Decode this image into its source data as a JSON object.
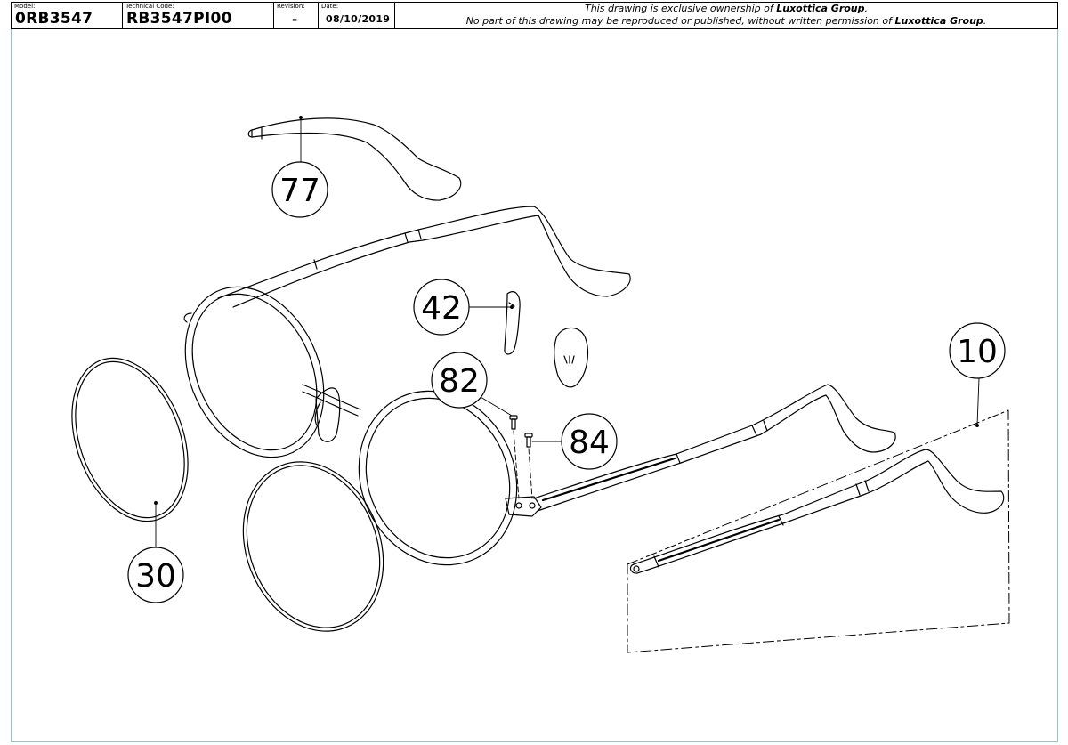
{
  "title_block": {
    "model_label": "Model:",
    "model_value": "0RB3547",
    "technical_code_label": "Technical Code:",
    "technical_code_value": "RB3547PI00",
    "revision_label": "Revision:",
    "revision_value": "-",
    "date_label": "Date:",
    "date_value": "08/10/2019",
    "notice_line1_pre": "This drawing is exclusive ownership of ",
    "notice_line1_company": "Luxottica Group",
    "notice_line1_post": ".",
    "notice_line2_pre": "No part of this drawing may be reproduced or published, without written permission of ",
    "notice_line2_company": "Luxottica Group",
    "notice_line2_post": "."
  },
  "callouts": {
    "c77": "77",
    "c42": "42",
    "c10": "10",
    "c82": "82",
    "c84": "84",
    "c30": "30"
  },
  "colors": {
    "line": "#000000",
    "frame_border": "#8fc7c7"
  }
}
